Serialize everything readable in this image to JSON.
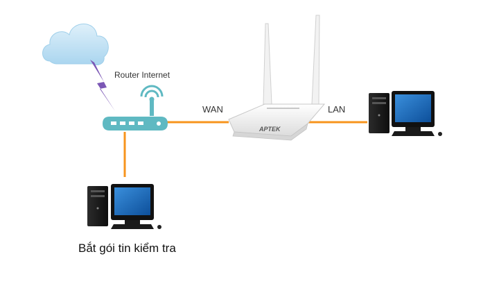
{
  "labels": {
    "router_internet": "Router Internet",
    "wan": "WAN",
    "lan": "LAN",
    "capture_pc": "Bắt gói tin kiểm tra",
    "router_brand": "APTEK"
  },
  "icons": {
    "cloud": "cloud-icon",
    "lightning": "lightning-icon",
    "internet_router": "internet-router-icon",
    "wifi_router": "wifi-router-icon",
    "pc_left": "desktop-computer-icon",
    "pc_right": "desktop-computer-icon"
  },
  "colors": {
    "link": "#F7941D",
    "lightning": "#7B57B5",
    "cloud": "#BFE0F3",
    "internet_router": "#5FB9C2",
    "monitor_screen": "#1E6FC0"
  }
}
